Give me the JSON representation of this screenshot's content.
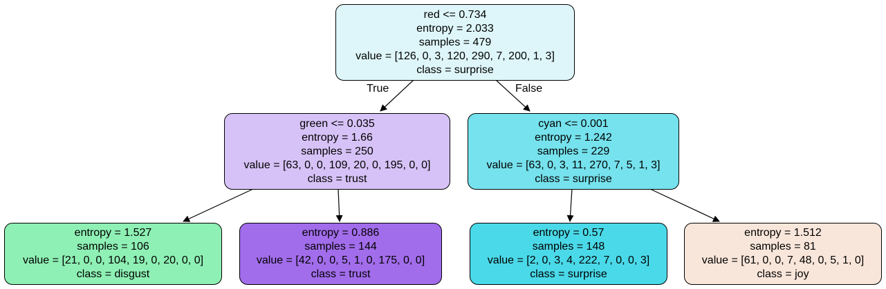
{
  "nodes": {
    "root": {
      "split": "red <= 0.734",
      "entropy": "entropy = 2.033",
      "samples": "samples = 479",
      "value": "value = [126, 0, 3, 120, 290, 7, 200, 1, 3]",
      "class": "class = surprise",
      "color": "#def6f9"
    },
    "left": {
      "split": "green <= 0.035",
      "entropy": "entropy = 1.66",
      "samples": "samples = 250",
      "value": "value = [63, 0, 0, 109, 20, 0, 195, 0, 0]",
      "class": "class = trust",
      "color": "#d7c2f7"
    },
    "right": {
      "split": "cyan <= 0.001",
      "entropy": "entropy = 1.242",
      "samples": "samples = 229",
      "value": "value = [63, 0, 3, 11, 270, 7, 5, 1, 3]",
      "class": "class = surprise",
      "color": "#75e2ed"
    },
    "ll": {
      "entropy": "entropy = 1.527",
      "samples": "samples = 106",
      "value": "value = [21, 0, 0, 104, 19, 0, 20, 0, 0]",
      "class": "class = disgust",
      "color": "#8ef0b4"
    },
    "lr": {
      "entropy": "entropy = 0.886",
      "samples": "samples = 144",
      "value": "value = [42, 0, 0, 5, 1, 0, 175, 0, 0]",
      "class": "class = trust",
      "color": "#a26deb"
    },
    "rl": {
      "entropy": "entropy = 0.57",
      "samples": "samples = 148",
      "value": "value = [2, 0, 3, 4, 222, 7, 0, 0, 3]",
      "class": "class = surprise",
      "color": "#4ad9e8"
    },
    "rr": {
      "entropy": "entropy = 1.512",
      "samples": "samples = 81",
      "value": "value = [61, 0, 0, 7, 48, 0, 5, 1, 0]",
      "class": "class = joy",
      "color": "#f9e6da"
    }
  },
  "edge_labels": {
    "true": "True",
    "false": "False"
  }
}
